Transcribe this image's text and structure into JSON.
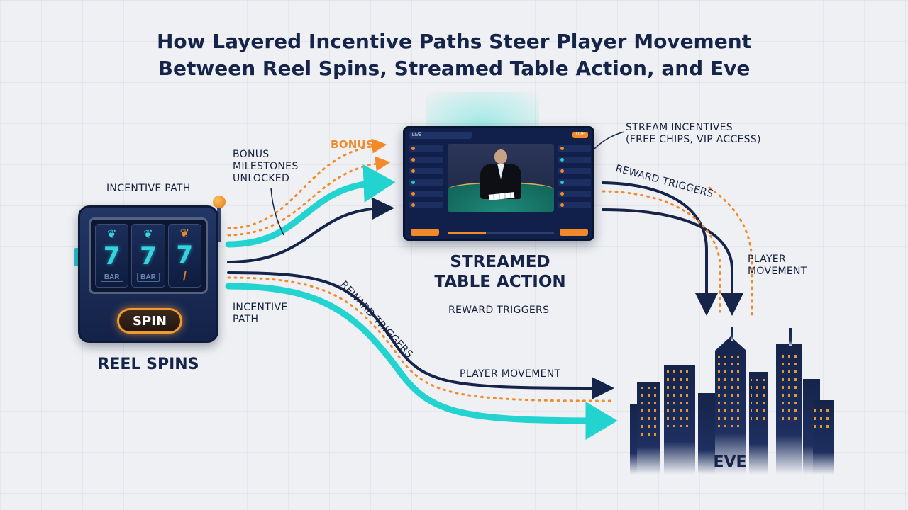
{
  "title": {
    "line1": "How Layered Incentive Paths Steer Player Movement",
    "line2": "Between Reel Spins, Streamed Table Action, and Eve"
  },
  "nodes": {
    "reel_spins": {
      "label": "REEL SPINS",
      "spin_button": "SPIN",
      "reel_symbols": [
        "7",
        "7",
        "7"
      ],
      "bar_text": "BAR"
    },
    "streamed_table": {
      "label_line1": "STREAMED",
      "label_line2": "TABLE ACTION",
      "screen_badge": "LIVE"
    },
    "eve": {
      "label": "EVE"
    }
  },
  "labels": {
    "incentive_path_top": "INCENTIVE PATH",
    "bonus_milestones": [
      "BONUS",
      "MILESTONES",
      "UNLOCKED"
    ],
    "bonus": "BONUS",
    "stream_incentives": [
      "STREAM INCENTIVES",
      "(FREE CHIPS, VIP ACCESS)"
    ],
    "reward_triggers_top_right": "REWARD TRIGGERS",
    "player_movement_right": [
      "PLAYER",
      "MOVEMENT"
    ],
    "reward_triggers_center": "REWARD TRIGGERS",
    "incentive_path_bottom": [
      "INCENTIVE",
      "PATH"
    ],
    "reward_triggers_diagonal": "REWARD TRIGGERS",
    "player_movement_bottom": "PLAYER MOVEMENT"
  },
  "colors": {
    "navy": "#16244a",
    "teal": "#22d3d0",
    "orange": "#f28a2a",
    "background": "#eef0f3"
  }
}
